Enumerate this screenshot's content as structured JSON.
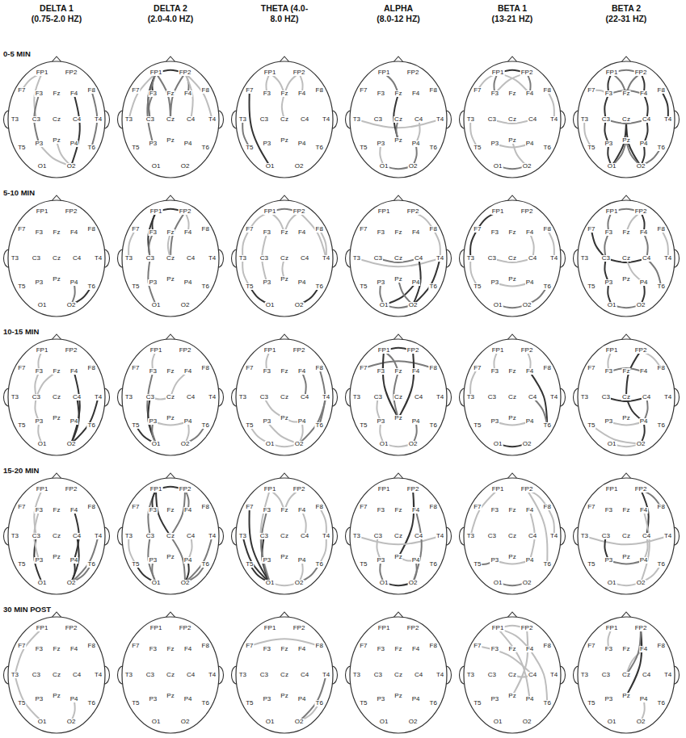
{
  "diagram": {
    "labels": [
      "DELTA 1 (0.75-2.0 HZ)",
      "DELTA 2 (2.0-4.0 HZ)",
      "THETA (4.0-8.0 HZ)",
      "ALPHA (8.0-12 HZ)",
      "BETA 1 (13-21 HZ)",
      "BETA 2 (22-31 HZ)",
      "0-5 MIN",
      "FP1",
      "FP2",
      "F7",
      "F3",
      "Fz",
      "F4",
      "F8",
      "T3",
      "C3",
      "Cz",
      "C4",
      "T4",
      "T5",
      "P3",
      "Pz",
      "P4",
      "T6",
      "O1",
      "O2",
      "FP1",
      "FP2",
      "F7",
      "F3",
      "Fz",
      "F4",
      "F8",
      "T3",
      "C3",
      "Cz",
      "C4",
      "T4",
      "T5",
      "P3",
      "Pz",
      "P4",
      "T6",
      "O1",
      "O2",
      "FP1",
      "FP2",
      "F7",
      "F3",
      "Fz",
      "F4",
      "F8",
      "T3",
      "C3",
      "Cz",
      "C4",
      "T4",
      "T5",
      "P3",
      "Pz",
      "P4",
      "T6",
      "O1",
      "O2",
      "FP1",
      "FP2",
      "F7",
      "F3",
      "Fz",
      "F4",
      "F8",
      "T3",
      "C3",
      "Cz",
      "C4",
      "T4",
      "T5",
      "P3",
      "Pz",
      "P4",
      "T6",
      "O1",
      "O2",
      "FP1",
      "FP2",
      "F7",
      "F3",
      "Fz",
      "F4",
      "F8",
      "T3",
      "C3",
      "Cz",
      "C4",
      "T4",
      "T5",
      "P3",
      "Pz",
      "P4",
      "T6",
      "O1",
      "O2",
      "FP1",
      "FP2",
      "F7",
      "F3",
      "Fz",
      "F4",
      "F8",
      "T3",
      "C3",
      "Cz",
      "C4",
      "T4",
      "T5",
      "P3",
      "Pz",
      "P4",
      "T6",
      "O1",
      "O2",
      "5-10 MIN",
      "FP1",
      "FP2",
      "F7",
      "F3",
      "Fz",
      "F4",
      "F8",
      "T3",
      "C3",
      "Cz",
      "C4",
      "T4",
      "T5",
      "P3",
      "Pz",
      "P4",
      "T6",
      "O1",
      "O2",
      "FP1",
      "FP2",
      "F7",
      "F3",
      "Fz",
      "F4",
      "F8",
      "T3",
      "C3",
      "Cz",
      "C4",
      "T4",
      "T5",
      "P3",
      "Pz",
      "P4",
      "T6",
      "O1",
      "O2",
      "FP1",
      "FP2",
      "F7",
      "F3",
      "Fz",
      "F4",
      "F8",
      "T3",
      "C3",
      "Cz",
      "C4",
      "T4",
      "T5",
      "P3",
      "Pz",
      "P4",
      "T6",
      "O1",
      "O2",
      "FP1",
      "FP2",
      "F7",
      "F3",
      "Fz",
      "F4",
      "F8",
      "T3",
      "C3",
      "Cz",
      "C4",
      "T4",
      "T5",
      "P3",
      "Pz",
      "P4",
      "T6",
      "O1",
      "O2",
      "FP1",
      "FP2",
      "F7",
      "F3",
      "Fz",
      "F4",
      "F8",
      "T3",
      "C3",
      "Cz",
      "C4",
      "T4",
      "T5",
      "P3",
      "Pz",
      "P4",
      "T6",
      "O1",
      "O2",
      "FP1",
      "FP2",
      "F7",
      "F3",
      "Fz",
      "F4",
      "F8",
      "T3",
      "C3",
      "Cz",
      "C4",
      "T4",
      "T5",
      "P3",
      "Pz",
      "P4",
      "T6",
      "O1",
      "O2",
      "10-15 MIN",
      "FP1",
      "FP2",
      "F7",
      "F3",
      "Fz",
      "F4",
      "F8",
      "T3",
      "C3",
      "Cz",
      "C4",
      "T4",
      "T5",
      "P3",
      "Pz",
      "P4",
      "T6",
      "O1",
      "O2",
      "FP1",
      "FP2",
      "F7",
      "F3",
      "Fz",
      "F4",
      "F8",
      "T3",
      "C3",
      "Cz",
      "C4",
      "T4",
      "T5",
      "P3",
      "Pz",
      "P4",
      "T6",
      "O1",
      "O2",
      "FP1",
      "FP2",
      "F7",
      "F3",
      "Fz",
      "F4",
      "F8",
      "T3",
      "C3",
      "Cz",
      "C4",
      "T4",
      "T5",
      "P3",
      "Pz",
      "P4",
      "T6",
      "O1",
      "O2",
      "FP1",
      "FP2",
      "F7",
      "F3",
      "Fz",
      "F4",
      "F8",
      "T3",
      "C3",
      "Cz",
      "C4",
      "T4",
      "T5",
      "P3",
      "Pz",
      "P4",
      "T6",
      "O1",
      "O2",
      "FP1",
      "FP2",
      "F7",
      "F3",
      "Fz",
      "F4",
      "F8",
      "T3",
      "C3",
      "Cz",
      "C4",
      "T4",
      "T5",
      "P3",
      "Pz",
      "P4",
      "T6",
      "O1",
      "O2",
      "FP1",
      "FP2",
      "F7",
      "F3",
      "Fz",
      "F4",
      "F8",
      "T3",
      "C3",
      "Cz",
      "C4",
      "T4",
      "T5",
      "P3",
      "Pz",
      "P4",
      "T6",
      "O1",
      "O2",
      "15-20 MIN",
      "FP1",
      "FP2",
      "F7",
      "F3",
      "Fz",
      "F4",
      "F8",
      "T3",
      "C3",
      "Cz",
      "C4",
      "T4",
      "T5",
      "P3",
      "Pz",
      "P4",
      "T6",
      "O1",
      "O2",
      "FP1",
      "FP2",
      "F7",
      "F3",
      "Fz",
      "F4",
      "F8",
      "T3",
      "C3",
      "Cz",
      "C4",
      "T4",
      "T5",
      "P3",
      "Pz",
      "P4",
      "T6",
      "O1",
      "O2",
      "FP1",
      "FP2",
      "F7",
      "F3",
      "Fz",
      "F4",
      "F8",
      "T3",
      "C3",
      "Cz",
      "C4",
      "T4",
      "T5",
      "P3",
      "Pz",
      "P4",
      "T6",
      "O1",
      "O2",
      "FP1",
      "FP2",
      "F7",
      "F3",
      "Fz",
      "F4",
      "F8",
      "T3",
      "C3",
      "Cz",
      "C4",
      "T4",
      "T5",
      "P3",
      "Pz",
      "P4",
      "T6",
      "O1",
      "O2",
      "FP1",
      "FP2",
      "F7",
      "F3",
      "Fz",
      "F4",
      "F8",
      "T3",
      "C3",
      "Cz",
      "C4",
      "T4",
      "T5",
      "P3",
      "Pz",
      "P4",
      "T6",
      "O1",
      "O2",
      "FP1",
      "FP2",
      "F7",
      "F3",
      "Fz",
      "F4",
      "F8",
      "T3",
      "C3",
      "Cz",
      "C4",
      "T4",
      "T5",
      "P3",
      "Pz",
      "P4",
      "T6",
      "O1",
      "O2",
      "30 MIN POST",
      "FP1",
      "FP2",
      "F7",
      "F3",
      "Fz",
      "F4",
      "F8",
      "T3",
      "C3",
      "Cz",
      "C4",
      "T4",
      "T5",
      "P3",
      "Pz",
      "P4",
      "T6",
      "O1",
      "O2",
      "FP1",
      "FP2",
      "F7",
      "F3",
      "Fz",
      "F4",
      "F8",
      "T3",
      "C3",
      "Cz",
      "C4",
      "T4",
      "T5",
      "P3",
      "Pz",
      "P4",
      "T6",
      "O1",
      "O2",
      "FP1",
      "FP2",
      "F7",
      "F3",
      "Fz",
      "F4",
      "F8",
      "T3",
      "C3",
      "Cz",
      "C4",
      "T4",
      "T5",
      "P3",
      "Pz",
      "P4",
      "T6",
      "O1",
      "O2",
      "FP1",
      "FP2",
      "F7",
      "F3",
      "Fz",
      "F4",
      "F8",
      "T3",
      "C3",
      "Cz",
      "C4",
      "T4",
      "T5",
      "P3",
      "Pz",
      "P4",
      "T6",
      "O1",
      "O2",
      "FP1",
      "FP2",
      "F7",
      "F3",
      "Fz",
      "F4",
      "F8",
      "T3",
      "C3",
      "Cz",
      "C4",
      "T4",
      "T5",
      "P3",
      "Pz",
      "P4",
      "T6",
      "O1",
      "O2",
      "FP1",
      "FP2",
      "F7",
      "F3",
      "Fz",
      "F4",
      "F8",
      "T3",
      "C3",
      "Cz",
      "C4",
      "T4",
      "T5",
      "P3",
      "Pz",
      "P4",
      "T6",
      "O1",
      "O2"
    ]
  }
}
